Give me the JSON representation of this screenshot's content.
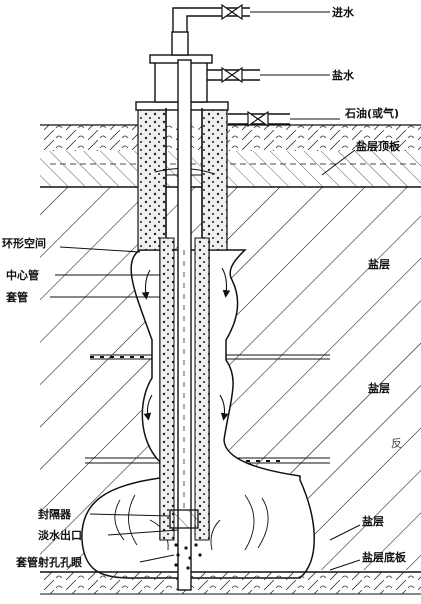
{
  "labels": {
    "water_in": "进水",
    "brine": "盐水",
    "oil_gas": "石油(或气)",
    "salt_roof": "盐层顶板",
    "annulus": "环形空间",
    "center_tube": "中心管",
    "casing": "套管",
    "salt_layer_1": "盐层",
    "salt_layer_2": "盐层",
    "faint_mark": "反",
    "packer": "封隔器",
    "fresh_water_outlet": "淡水出口",
    "casing_perforations": "套管射孔孔眼",
    "salt_layer_3": "盐层",
    "salt_floor": "盐层底板"
  },
  "colors": {
    "ink": "#111111",
    "paper": "#ffffff",
    "concrete": "#e6e6e6"
  }
}
